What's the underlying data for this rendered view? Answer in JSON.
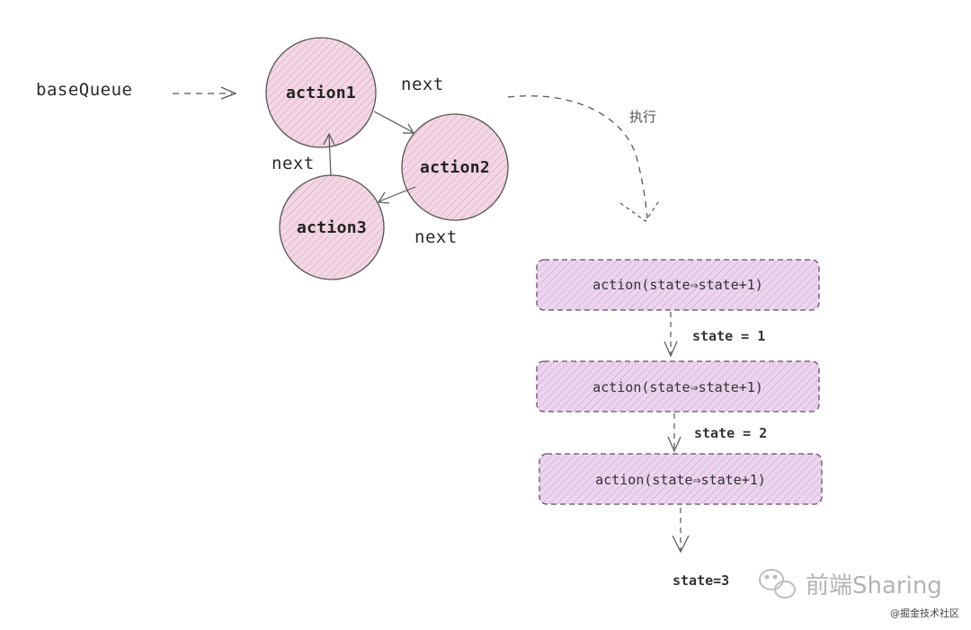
{
  "diagram": {
    "queue_label": "baseQueue",
    "nodes": [
      {
        "id": "action1",
        "label": "action1"
      },
      {
        "id": "action2",
        "label": "action2"
      },
      {
        "id": "action3",
        "label": "action3"
      }
    ],
    "next_labels": [
      "next",
      "next",
      "next"
    ],
    "execute_label": "执行",
    "steps": [
      {
        "label": "action(state⇒state+1)"
      },
      {
        "label": "action(state⇒state+1)"
      },
      {
        "label": "action(state⇒state+1)"
      }
    ],
    "state_labels": [
      "state = 1",
      "state = 2"
    ],
    "final_state": "state=3"
  },
  "watermark": {
    "brand": "前端Sharing",
    "community": "@掘金技术社区"
  },
  "colors": {
    "node_fill": "#ecc3d6",
    "node_stroke": "#555555",
    "step_fill": "#e6c8e8",
    "step_stroke": "#6b4a6b",
    "arrow": "#555555"
  }
}
